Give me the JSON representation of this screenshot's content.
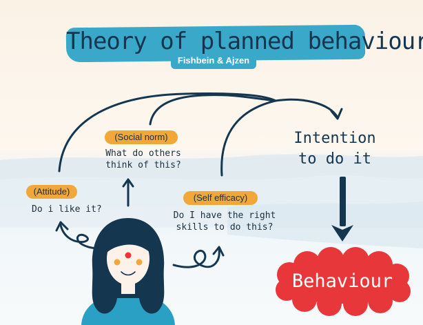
{
  "title": "Theory of planned behaviour",
  "subtitle": "Fishbein & Ajzen",
  "attitude": {
    "tag": "(Attitude)",
    "question": "Do i like it?"
  },
  "social_norm": {
    "tag": "(Social norm)",
    "question_line1": "What do others",
    "question_line2": "think of this?"
  },
  "self_efficacy": {
    "tag": "(Self efficacy)",
    "question_line1": "Do I have the right",
    "question_line2": "skills to do this?"
  },
  "intention": {
    "line1": "Intention",
    "line2": "to do it"
  },
  "behaviour": "Behaviour",
  "colors": {
    "title_bg": "#3aa9c9",
    "tag_bg": "#f1a73a",
    "ink": "#15364f",
    "behaviour_bg": "#e8373a",
    "face_dot": "#f1a73a",
    "nose": "#e8373a"
  }
}
